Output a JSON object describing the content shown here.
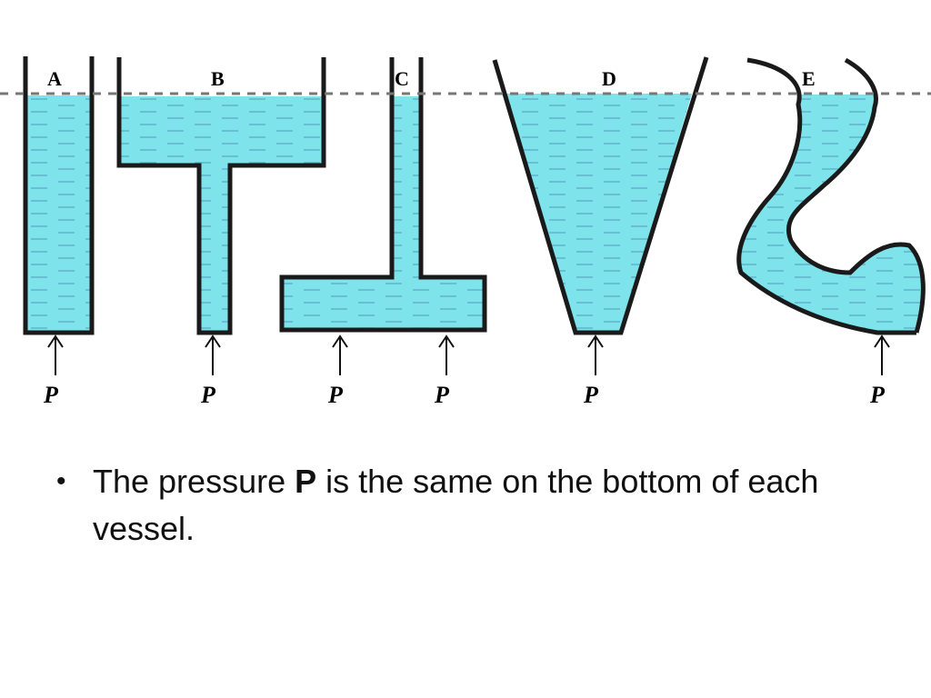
{
  "diagram": {
    "vessels": [
      {
        "label": "A"
      },
      {
        "label": "B"
      },
      {
        "label": "C"
      },
      {
        "label": "D"
      },
      {
        "label": "E"
      }
    ],
    "pressure_symbol": "P",
    "colors": {
      "water": "#7ee3ea",
      "wall": "#1a1a1a",
      "water_dash": "#5aa9c4",
      "surface_line": "#777777"
    }
  },
  "bullet": {
    "marker": "•",
    "text_before": "The pressure ",
    "bold": "P",
    "text_after": " is the same on the bottom of each vessel."
  }
}
